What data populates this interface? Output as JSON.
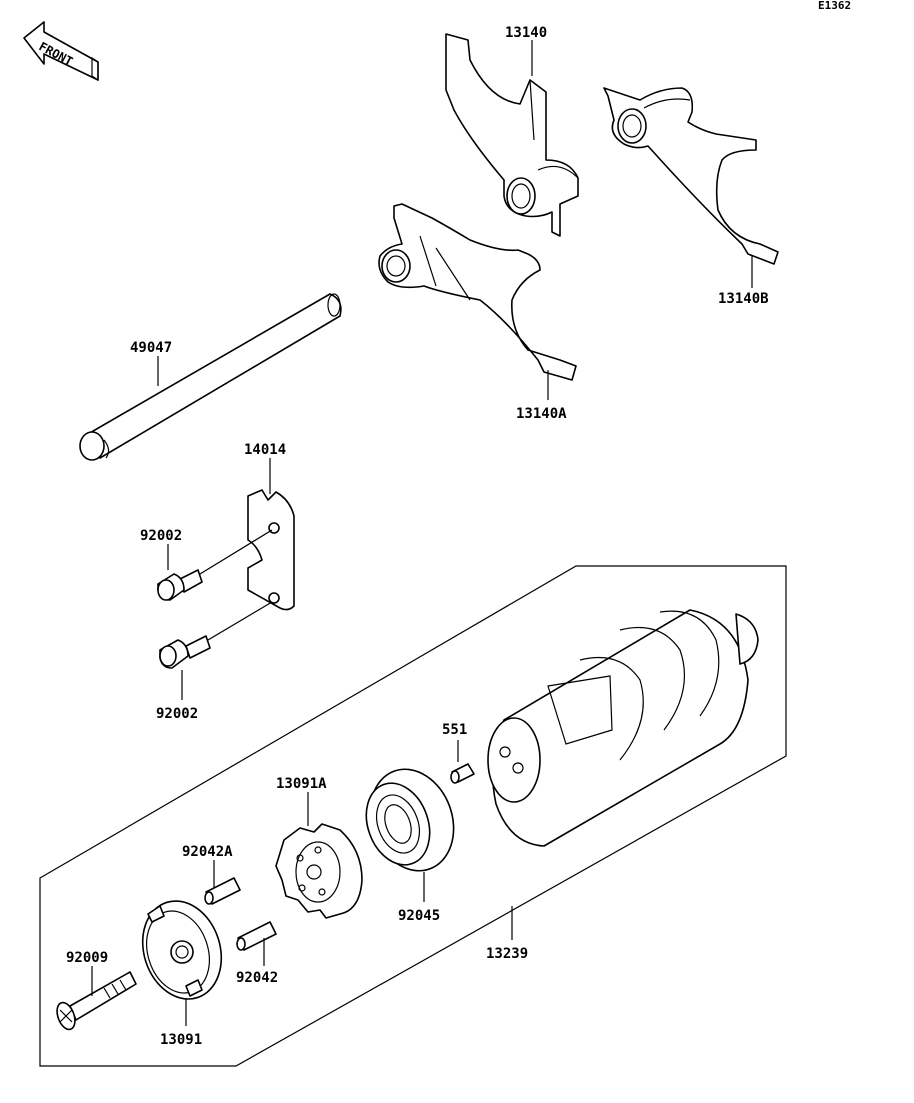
{
  "diagram_code": "E1362",
  "front_label": "FRONT",
  "parts": {
    "shift_fork_13140": "13140",
    "shift_fork_13140b": "13140B",
    "shift_fork_13140a": "13140A",
    "shift_rod": "49047",
    "plate": "14014",
    "bolt_upper": "92002",
    "bolt_lower": "92002",
    "pin_551": "551",
    "gear_13091a": "13091A",
    "bearing": "92045",
    "pin_92042a": "92042A",
    "pin_92042": "92042",
    "screw": "92009",
    "holder_13091": "13091",
    "drum_assembly": "13239"
  }
}
